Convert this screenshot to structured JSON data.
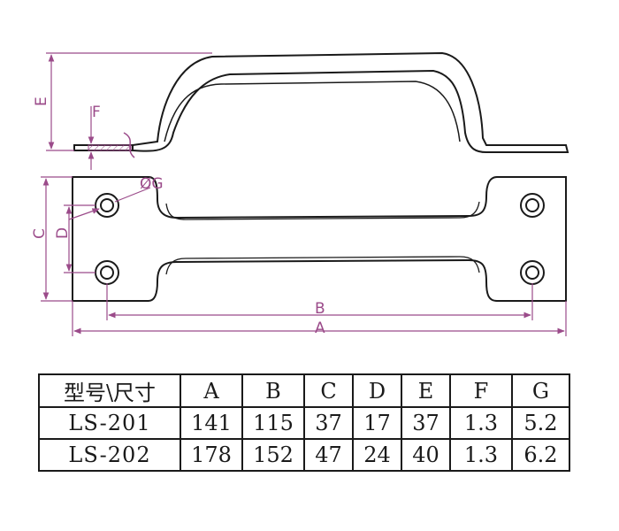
{
  "colors": {
    "line": "#1a1a1a",
    "dimension": "#9b4b8a"
  },
  "labels": {
    "A": "A",
    "B": "B",
    "C": "C",
    "D": "D",
    "E": "E",
    "F": "F",
    "G": "ØG"
  },
  "table": {
    "headers": [
      "型号\\尺寸",
      "A",
      "B",
      "C",
      "D",
      "E",
      "F",
      "G"
    ],
    "rows": [
      [
        "LS-201",
        "141",
        "115",
        "37",
        "17",
        "37",
        "1.3",
        "5.2"
      ],
      [
        "LS-202",
        "178",
        "152",
        "47",
        "24",
        "40",
        "1.3",
        "6.2"
      ]
    ]
  }
}
